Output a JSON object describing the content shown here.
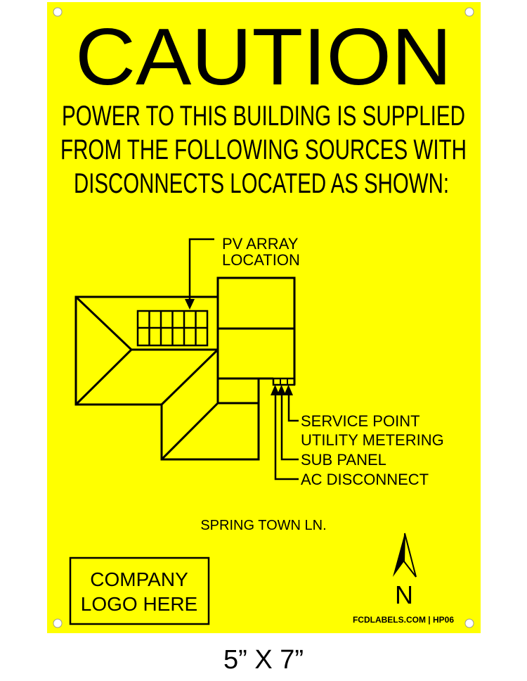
{
  "sign": {
    "background_color": "#FFFF00",
    "heading": "CAUTION",
    "message_lines": [
      "POWER TO THIS BUILDING IS SUPPLIED",
      "FROM THE FOLLOWING SOURCES WITH",
      "DISCONNECTS LOCATED AS SHOWN:"
    ],
    "diagram": {
      "pv_label_lines": [
        "PV ARRAY",
        "LOCATION"
      ],
      "callouts": [
        "SERVICE POINT",
        "UTILITY METERING",
        "SUB PANEL",
        "AC DISCONNECT"
      ],
      "street": "SPRING TOWN LN."
    },
    "logo_placeholder_lines": [
      "COMPANY",
      "LOGO HERE"
    ],
    "north_label": "N",
    "footer": "FCDLABELS.COM | HP06"
  },
  "size_caption": "5” X 7”"
}
